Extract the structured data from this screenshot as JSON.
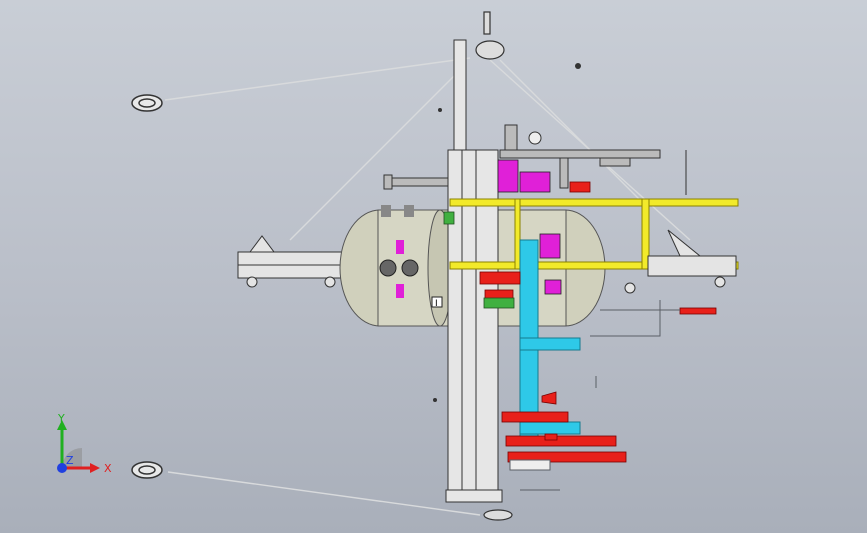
{
  "viewport": {
    "background_top": "#c9ced6",
    "background_bottom": "#a9afba"
  },
  "colors": {
    "frame_yellow": "#f2ea2a",
    "pipe_cyan": "#2ec9e8",
    "part_red": "#e8201a",
    "part_magenta": "#e020d8",
    "tank_body": "#d6d6c4",
    "line_gray": "#5a5f66",
    "axis_x": "#e02020",
    "axis_y": "#20b020",
    "axis_z": "#2040e0"
  },
  "triad": {
    "x_label": "X",
    "y_label": "Y",
    "z_label": "Z"
  },
  "model": {
    "label_marker": "I"
  }
}
